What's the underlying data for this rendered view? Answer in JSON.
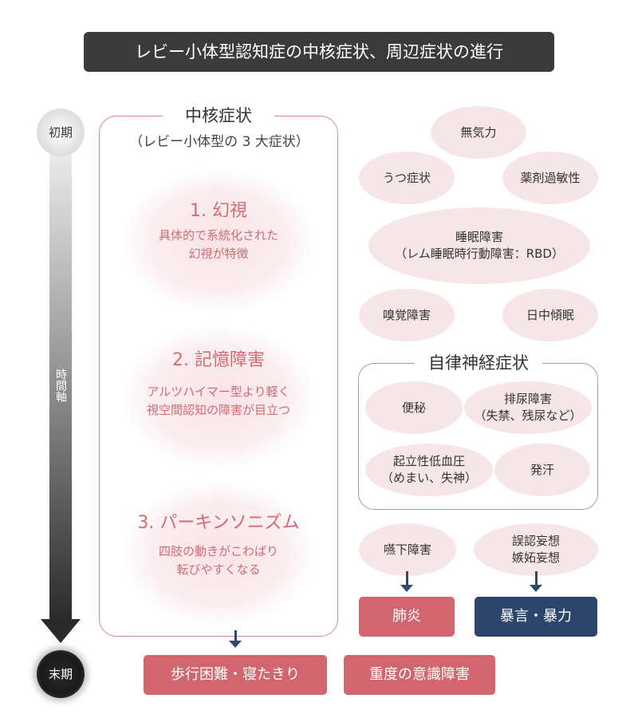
{
  "title": "レビー小体型認知症の中核症状、周辺症状の進行",
  "timeline": {
    "start": "初期",
    "end": "末期",
    "axis": "時間軸"
  },
  "core": {
    "title": "中核症状",
    "subtitle": "（レビー小体型の 3 大症状）",
    "symptoms": [
      {
        "title": "1. 幻視",
        "desc1": "具体的で系統化された",
        "desc2": "幻視が特徴"
      },
      {
        "title": "2. 記憶障害",
        "desc1": "アルツハイマー型より軽く",
        "desc2": "視空間認知の障害が目立つ"
      },
      {
        "title": "3. パーキンソニズム",
        "desc1": "四肢の動きがこわばり",
        "desc2": "転びやすくなる"
      }
    ]
  },
  "peripheral": {
    "apathy": "無気力",
    "depression": "うつ症状",
    "drug_sensitivity": "薬剤過敏性",
    "sleep1": "睡眠障害",
    "sleep2": "（レム睡眠時行動障害：RBD）",
    "smell": "嗅覚障害",
    "daytime": "日中傾眠",
    "dysphagia": "嚥下障害",
    "delusion1": "誤認妄想",
    "delusion2": "嫉妬妄想"
  },
  "autonomic": {
    "title": "自律神経症状",
    "constipation": "便秘",
    "urination1": "排尿障害",
    "urination2": "（失禁、残尿など）",
    "hypotension1": "起立性低血圧",
    "hypotension2": "（めまい、失神）",
    "sweating": "発汗"
  },
  "outcomes": {
    "pneumonia": "肺炎",
    "violence": "暴言・暴力",
    "bedridden": "歩行困難・寝たきり",
    "consciousness": "重度の意識障害"
  },
  "colors": {
    "accent_red": "#d1666e",
    "navy": "#2b466a",
    "ellipse": "#f6e6e8",
    "title_bar": "#3b3b3b"
  }
}
